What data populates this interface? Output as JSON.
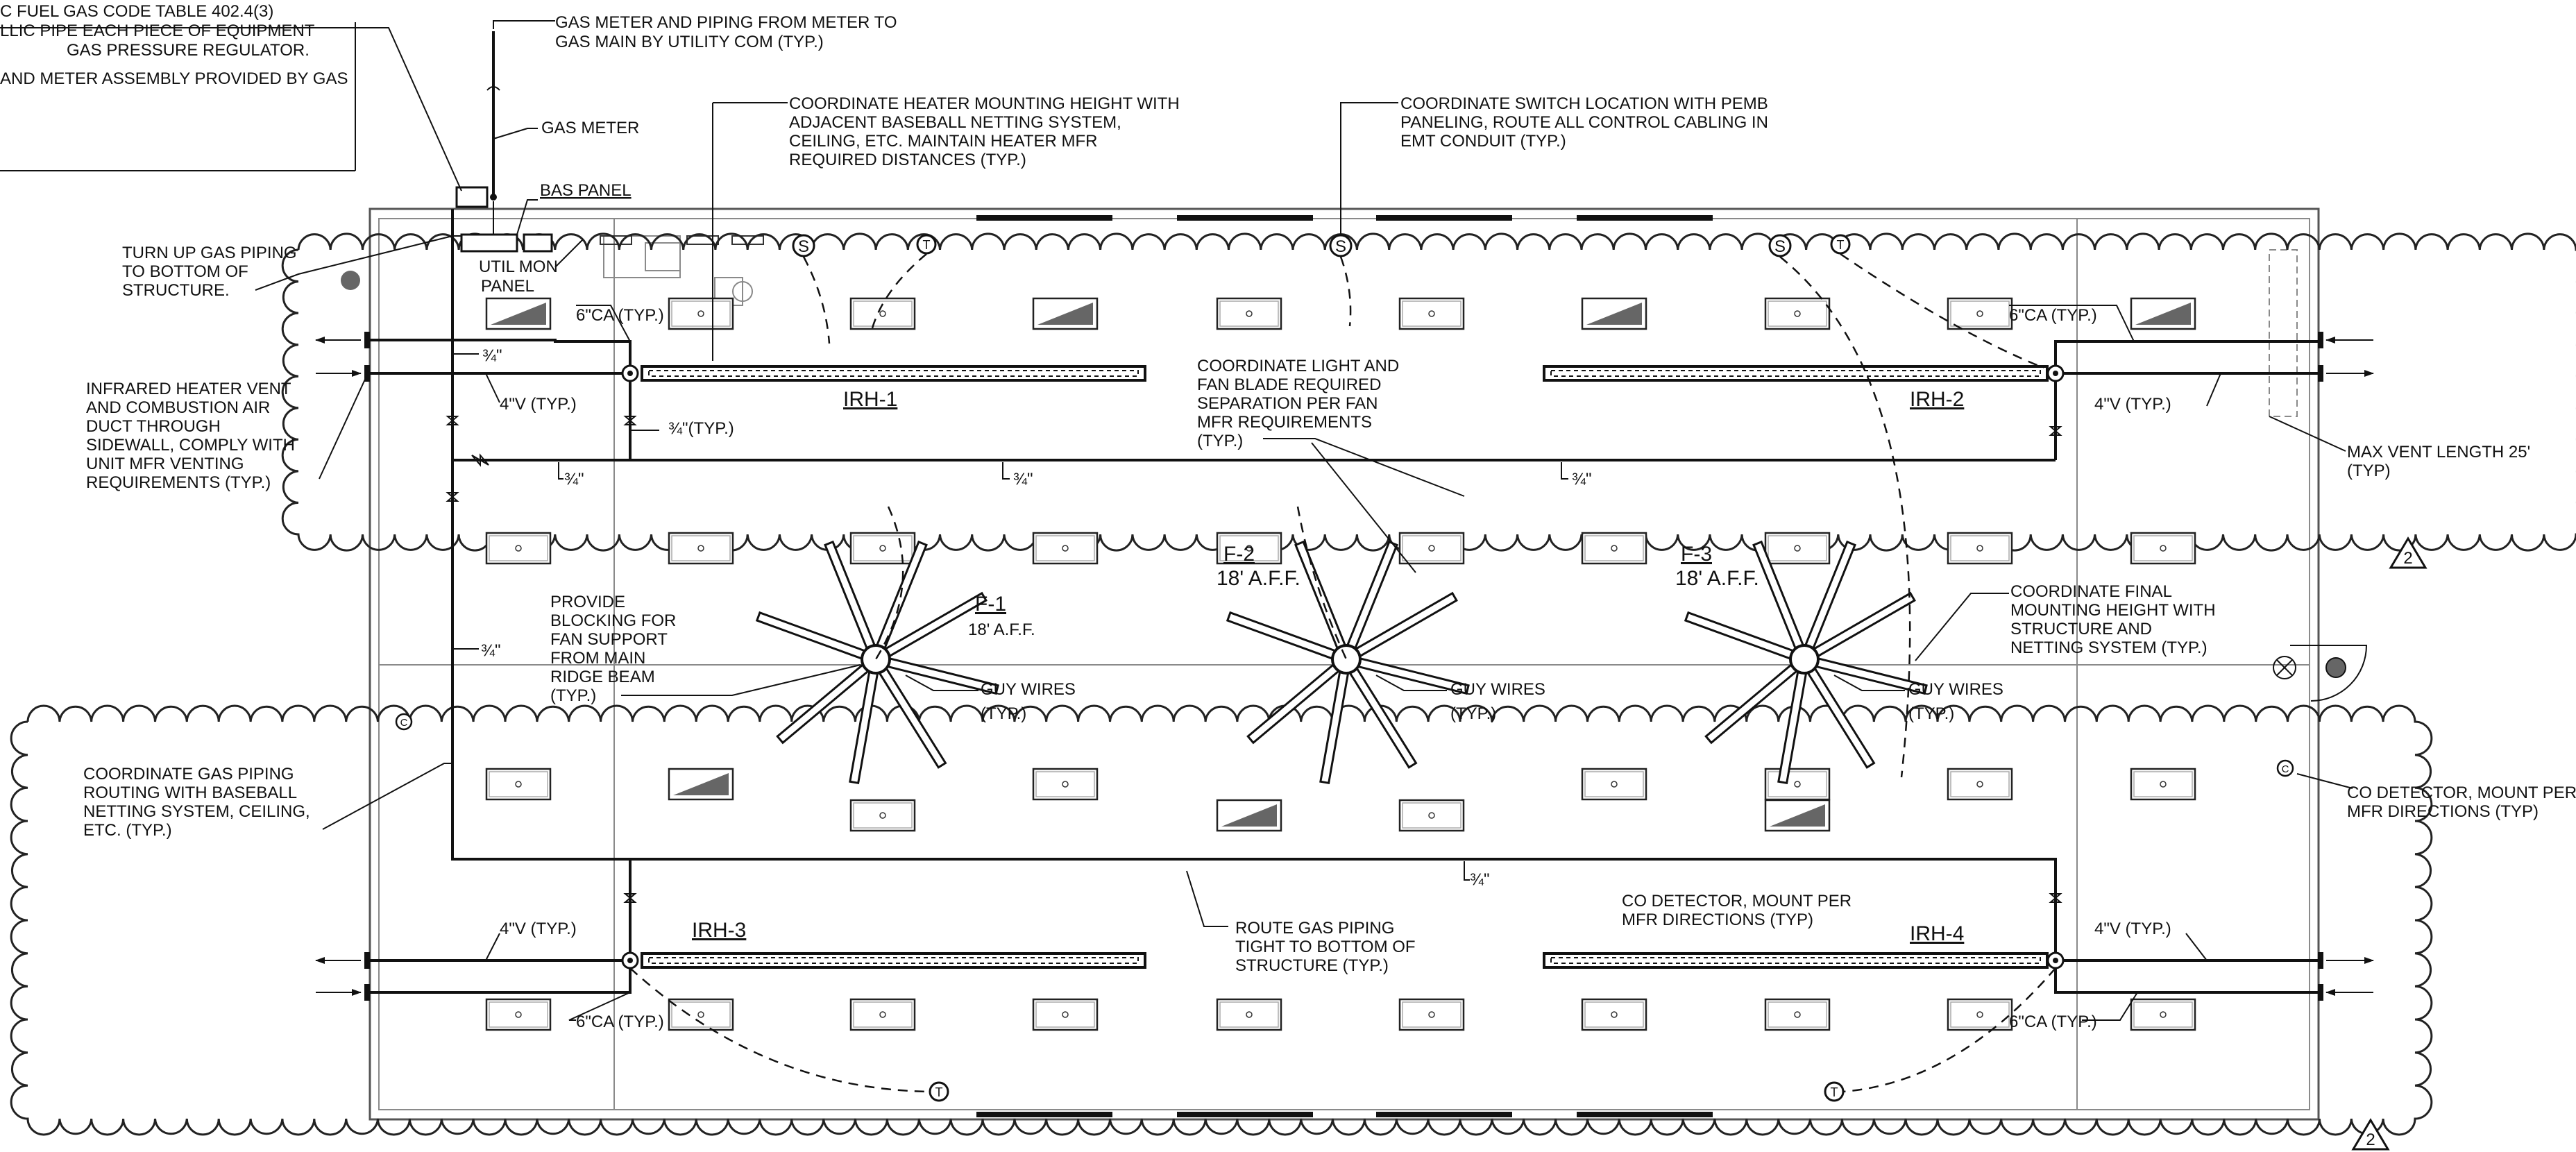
{
  "notes": {
    "code_note": {
      "lines": [
        "C FUEL GAS CODE TABLE 402.4(3)",
        "LLIC PIPE EACH PIECE OF EQUIPMENT",
        "GAS PRESSURE REGULATOR.",
        "AND METER ASSEMBLY PROVIDED BY GAS"
      ]
    },
    "gas_meter_piping": {
      "lines": [
        "GAS METER AND PIPING FROM METER TO",
        "GAS MAIN BY UTILITY COM (TYP.)"
      ]
    },
    "gas_meter": {
      "lines": [
        "GAS METER"
      ]
    },
    "bas_panel": {
      "lines": [
        "BAS PANEL"
      ]
    },
    "util_mon_panel": {
      "lines": [
        "UTIL MON",
        "PANEL"
      ]
    },
    "heater_mounting": {
      "lines": [
        "COORDINATE HEATER MOUNTING HEIGHT WITH",
        "ADJACENT BASEBALL NETTING SYSTEM,",
        "CEILING, ETC. MAINTAIN HEATER MFR",
        "REQUIRED DISTANCES (TYP.)"
      ]
    },
    "switch_location": {
      "lines": [
        "COORDINATE SWITCH LOCATION WITH PEMB",
        "PANELING, ROUTE ALL CONTROL CABLING IN",
        "EMT CONDUIT (TYP.)"
      ]
    },
    "turn_up_gas": {
      "lines": [
        "TURN UP GAS PIPING",
        "TO BOTTOM OF",
        "STRUCTURE."
      ]
    },
    "heater_vent": {
      "lines": [
        "INFRARED HEATER VENT",
        "AND COMBUSTION AIR",
        "DUCT THROUGH",
        "SIDEWALL, COMPLY WITH",
        "UNIT MFR VENTING",
        "REQUIREMENTS  (TYP.)"
      ]
    },
    "light_fan": {
      "lines": [
        "COORDINATE LIGHT AND",
        "FAN BLADE REQUIRED",
        "SEPARATION PER FAN",
        "MFR REQUIREMENTS",
        "(TYP.)"
      ]
    },
    "max_vent": {
      "lines": [
        "MAX VENT LENGTH 25'",
        "(TYP)"
      ]
    },
    "blocking": {
      "lines": [
        "PROVIDE",
        "BLOCKING  FOR",
        "FAN SUPPORT",
        "FROM MAIN",
        "RIDGE BEAM",
        "(TYP.)"
      ]
    },
    "final_mounting": {
      "lines": [
        "COORDINATE FINAL",
        "MOUNTING HEIGHT WITH",
        "STRUCTURE AND",
        "NETTING SYSTEM (TYP.)"
      ]
    },
    "gas_routing": {
      "lines": [
        "COORDINATE GAS PIPING",
        "ROUTING WITH  BASEBALL",
        "NETTING SYSTEM, CEILING,",
        "ETC. (TYP.)"
      ]
    },
    "co_detector_right": {
      "lines": [
        "CO DETECTOR, MOUNT PER",
        "MFR DIRECTIONS (TYP)"
      ]
    },
    "co_detector_mid": {
      "lines": [
        "CO DETECTOR, MOUNT PER",
        "MFR DIRECTIONS (TYP)"
      ]
    },
    "route_gas": {
      "lines": [
        "ROUTE GAS PIPING",
        "TIGHT TO BOTTOM OF",
        "STRUCTURE (TYP.)"
      ]
    }
  },
  "equipment": {
    "heaters": [
      {
        "tag": "IRH-1"
      },
      {
        "tag": "IRH-2"
      },
      {
        "tag": "IRH-3"
      },
      {
        "tag": "IRH-4"
      }
    ],
    "fans": [
      {
        "tag": "F-1",
        "height": "18' A.F.F."
      },
      {
        "tag": "F-2",
        "height": "18' A.F.F."
      },
      {
        "tag": "F-3",
        "height": "18' A.F.F."
      }
    ],
    "guy_wires": {
      "lines": [
        "GUY WIRES",
        "(TYP.)"
      ]
    }
  },
  "pipe_labels": {
    "ca": "6\"CA (TYP.)",
    "vent": "4\"V (TYP.)",
    "three_quarter": "¾\"",
    "three_quarter_typ": "¾\"(TYP.)"
  },
  "symbols": {
    "switch": "S",
    "thermostat": "T",
    "co_detector": "C",
    "revision_1": "2",
    "revision_2": "2"
  },
  "colors": {
    "line": "#111111",
    "wall": "#555555",
    "paper": "#ffffff"
  }
}
